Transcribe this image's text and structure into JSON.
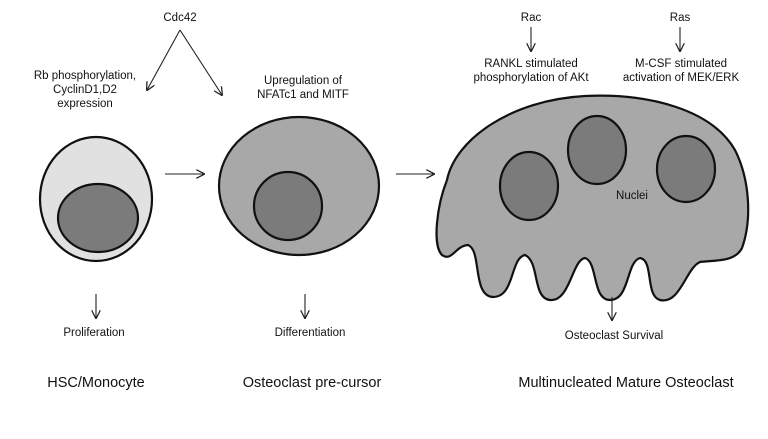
{
  "labels": {
    "cdc42": "Cdc42",
    "rac": "Rac",
    "ras": "Ras",
    "rb_line1": "Rb phosphorylation,",
    "rb_line2": "CyclinD1,D2",
    "rb_line3": "expression",
    "upreg_line1": "Upregulation of",
    "upreg_line2": "NFATc1 and MITF",
    "rankl_line1": "RANKL stimulated",
    "rankl_line2": "phosphorylation of AKt",
    "mcsf_line1": "M-CSF stimulated",
    "mcsf_line2": "activation of MEK/ERK",
    "nuclei": "Nuclei",
    "proliferation": "Proliferation",
    "differentiation": "Differentiation",
    "survival": "Osteoclast Survival"
  },
  "stages": {
    "hsc": "HSC/Monocyte",
    "precursor": "Osteoclast pre-cursor",
    "mature": "Multinucleated Mature Osteoclast"
  },
  "colors": {
    "hsc_cytoplasm": "#e1e1e1",
    "cell_fill": "#a8a8a8",
    "nucleus_fill": "#7b7b7b",
    "outline": "#111111"
  }
}
